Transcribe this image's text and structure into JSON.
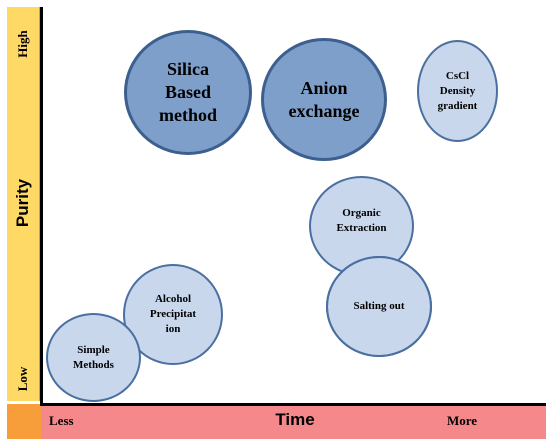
{
  "y_axis": {
    "title": "Purity",
    "high_label": "High",
    "low_label": "Low"
  },
  "x_axis": {
    "title": "Time",
    "low_label": "Less",
    "high_label": "More"
  },
  "methods": {
    "silica": "Silica\nBased\nmethod",
    "anion": "Anion\nexchange",
    "cscl": "CsCl\nDensity\ngradient",
    "organic": "Organic\nExtraction",
    "salting": "Salting out",
    "alcohol": "Alcohol\nPrecipitat\nion",
    "simple": "Simple\nMethods"
  },
  "colors": {
    "y_axis_band": "#ffd966",
    "x_axis_band": "#f4888a",
    "corner": "#f79e3a",
    "high_purity_bubble": "#7f9fcb",
    "other_bubble": "#c8d7ec",
    "bubble_border": "#4a6fa0"
  }
}
